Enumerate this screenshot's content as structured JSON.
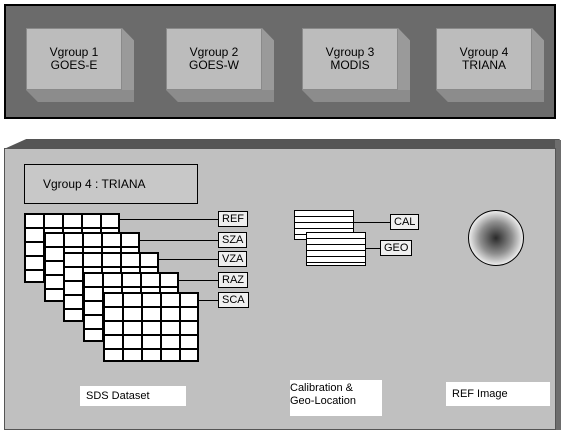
{
  "vgroups": [
    {
      "line1": "Vgroup 1",
      "line2": "GOES-E"
    },
    {
      "line1": "Vgroup 2",
      "line2": "GOES-W"
    },
    {
      "line1": "Vgroup 3",
      "line2": "MODIS"
    },
    {
      "line1": "Vgroup 4",
      "line2": "TRIANA"
    }
  ],
  "detail": {
    "title": "Vgroup 4 :  TRIANA",
    "sds_tags": [
      "REF",
      "SZA",
      "VZA",
      "RAZ",
      "SCA"
    ],
    "cal_tags": [
      "CAL",
      "GEO"
    ],
    "captions": {
      "sds": "SDS Dataset",
      "calibration": "Calibration  &\nGeo-Location",
      "ref_image": "REF Image"
    }
  }
}
